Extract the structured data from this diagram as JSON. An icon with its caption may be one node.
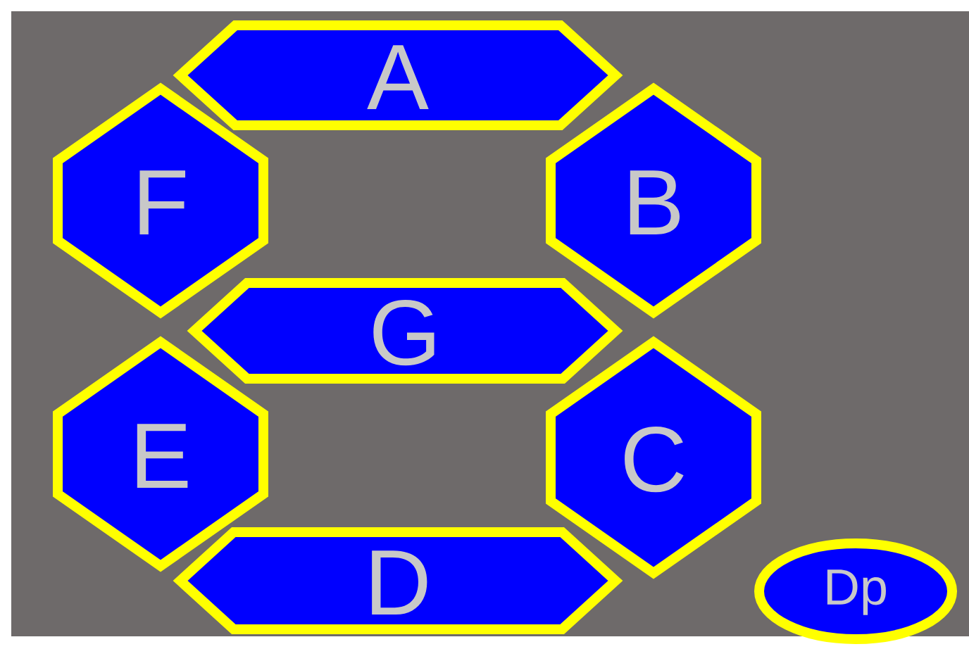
{
  "diagram": {
    "nodes": [
      {
        "text": [
          "A"
        ]
      },
      {
        "text": [
          "F"
        ]
      },
      {
        "text": [
          "B"
        ]
      },
      {
        "text": [
          "G"
        ]
      },
      {
        "text": [
          "E"
        ]
      },
      {
        "text": [
          "C"
        ]
      },
      {
        "text": [
          "D"
        ]
      },
      {
        "text": [
          "Dp"
        ]
      }
    ]
  }
}
